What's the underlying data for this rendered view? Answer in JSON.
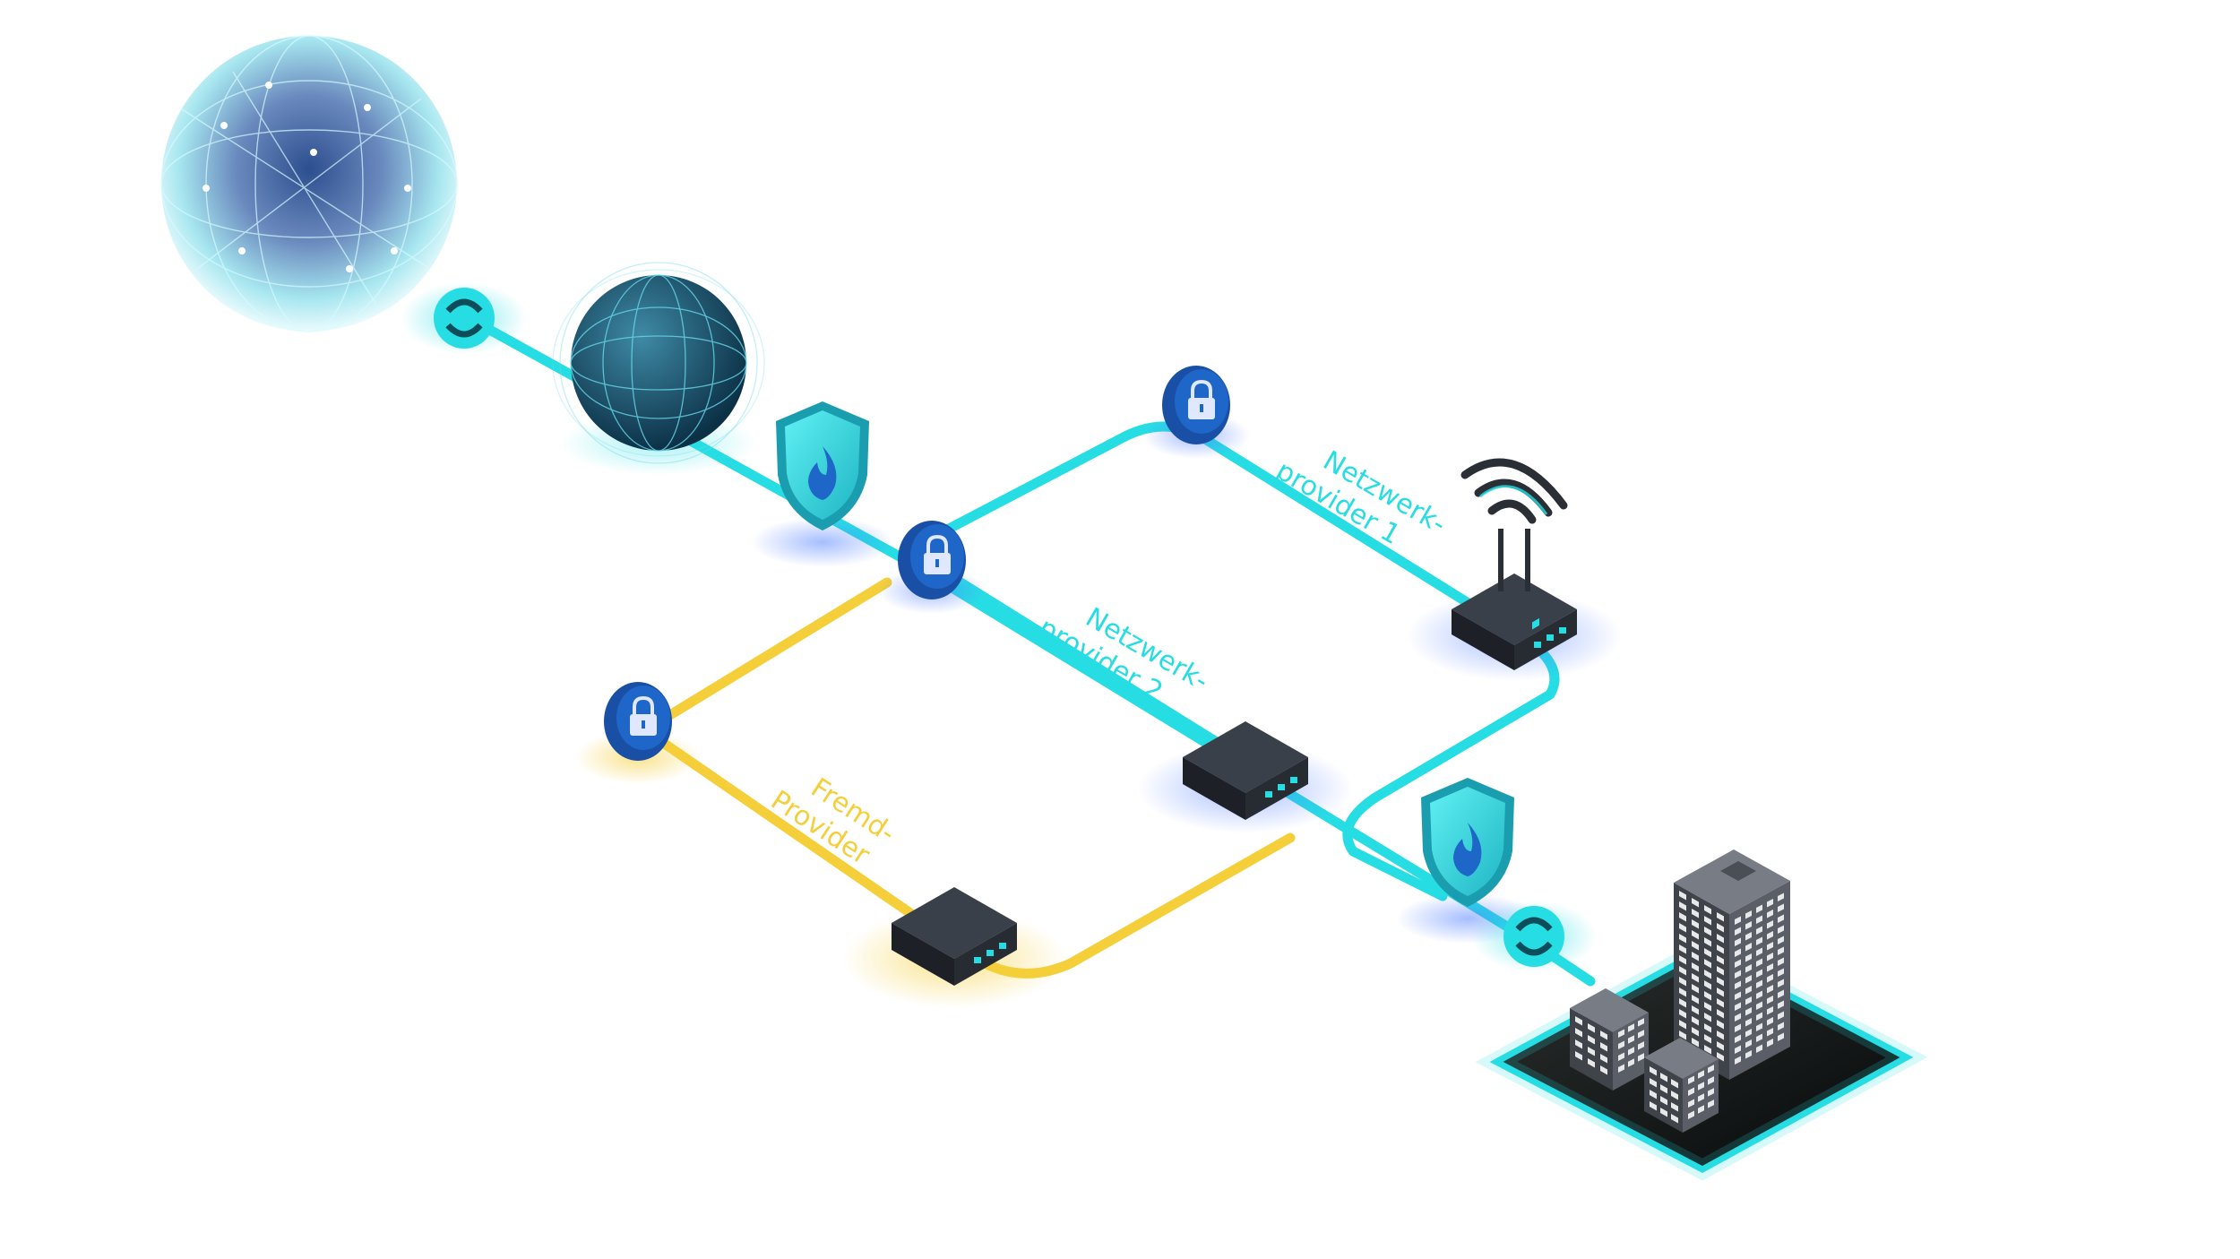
{
  "colors": {
    "primary": "#27dde4",
    "secondary": "#f5cf3a",
    "node_blue": "#1f66c9",
    "device_dark": "#2a2f36",
    "building_gray": "#5a5e66",
    "pad_dark": "#101413"
  },
  "labels": {
    "provider1_line1": "Netzwerk-",
    "provider1_line2": "provider 1",
    "provider2_line1": "Netzwerk-",
    "provider2_line2": "provider 2",
    "external_line1": "Fremd-",
    "external_line2": "Provider"
  },
  "icons": {
    "internet": "globe-icon",
    "gateway": "wireframe-sphere-icon",
    "firewall": "shield-flame-icon",
    "encryption": "padlock-icon",
    "router": "router-box-icon",
    "wireless": "wifi-icon",
    "connector": "cable-connector-icon",
    "site": "office-buildings-icon"
  }
}
